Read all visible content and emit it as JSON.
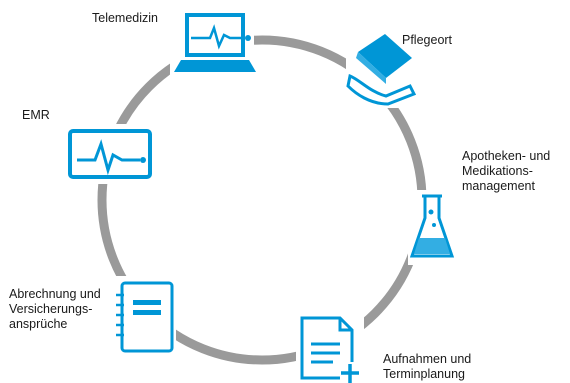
{
  "diagram": {
    "nodes": [
      {
        "id": "telemedizin",
        "lines": [
          "Telemedizin"
        ],
        "icon": "laptop-heartbeat-icon"
      },
      {
        "id": "pflegeort",
        "lines": [
          "Pflegeort"
        ],
        "icon": "hand-tablet-icon"
      },
      {
        "id": "apotheken",
        "lines": [
          "Apotheken- und",
          "Medikations-",
          "management"
        ],
        "icon": "flask-icon"
      },
      {
        "id": "aufnahmen",
        "lines": [
          "Aufnahmen und",
          "Terminplanung"
        ],
        "icon": "document-plus-icon"
      },
      {
        "id": "abrechnung",
        "lines": [
          "Abrechnung und",
          "Versicherungs-",
          "ansprüche"
        ],
        "icon": "notepad-icon"
      },
      {
        "id": "emr",
        "lines": [
          "EMR"
        ],
        "icon": "monitor-heartbeat-icon"
      }
    ],
    "colors": {
      "ring": "#9a9a9a",
      "icon": "#0096d6",
      "icon_fill": "#33aee3",
      "text": "#1a1a1a"
    }
  }
}
